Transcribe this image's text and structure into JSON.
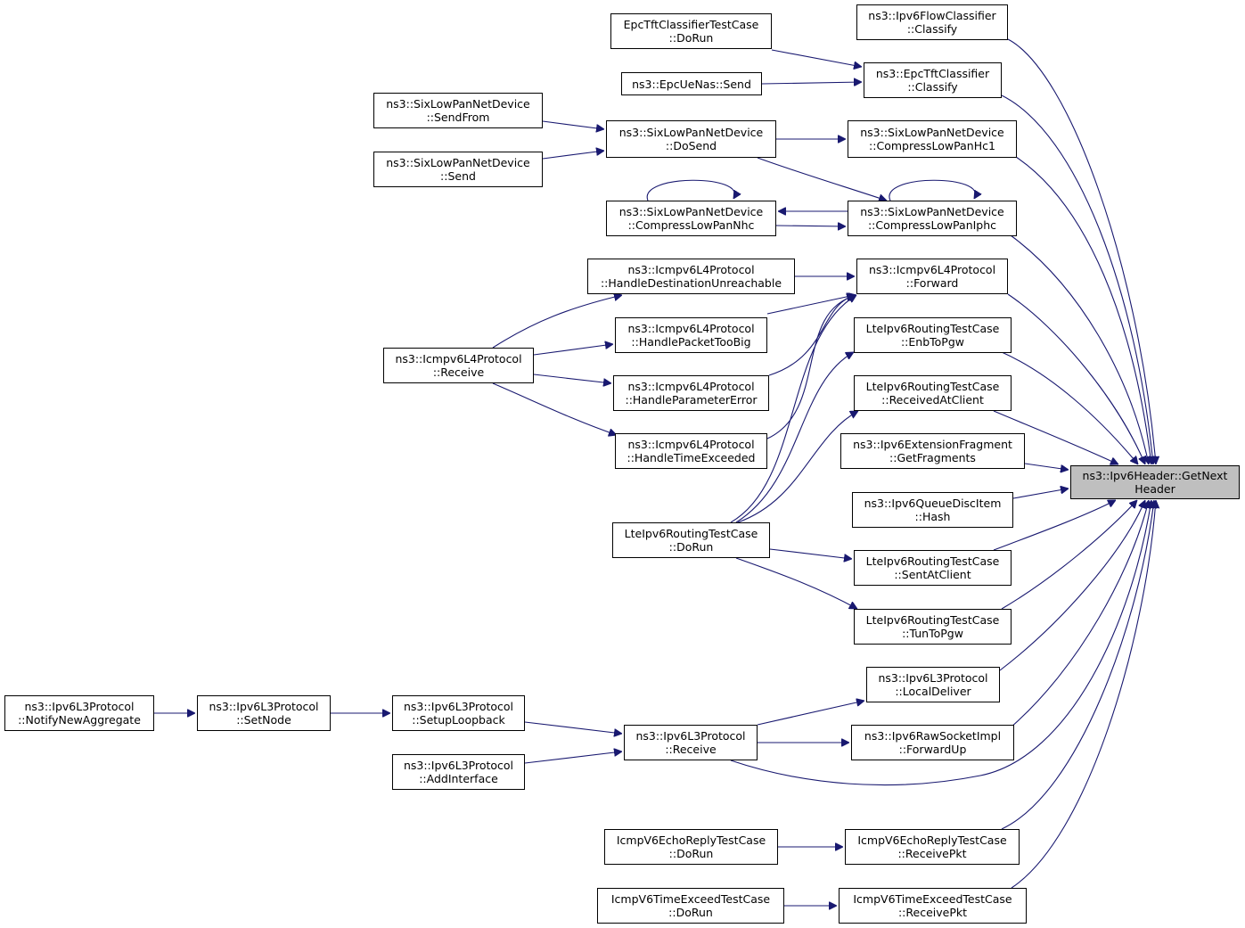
{
  "colors": {
    "edge": "#191970",
    "root_fill": "#bfbfbf",
    "node_fill": "#ffffff",
    "border": "#000000"
  },
  "nodes": [
    {
      "id": "root",
      "line1": "ns3::Ipv6Header::GetNext",
      "line2": "Header",
      "root": true
    },
    {
      "id": "flowclassifier",
      "line1": "ns3::Ipv6FlowClassifier",
      "line2": "::Classify"
    },
    {
      "id": "epctftclassifier",
      "line1": "ns3::EpcTftClassifier",
      "line2": "::Classify"
    },
    {
      "id": "epctfttest",
      "line1": "EpcTftClassifierTestCase",
      "line2": "::DoRun"
    },
    {
      "id": "epcuenas",
      "line1": "ns3::EpcUeNas::Send",
      "line2": ""
    },
    {
      "id": "compresshc1",
      "line1": "ns3::SixLowPanNetDevice",
      "line2": "::CompressLowPanHc1"
    },
    {
      "id": "dosend",
      "line1": "ns3::SixLowPanNetDevice",
      "line2": "::DoSend"
    },
    {
      "id": "sendfrom",
      "line1": "ns3::SixLowPanNetDevice",
      "line2": "::SendFrom"
    },
    {
      "id": "sixsend",
      "line1": "ns3::SixLowPanNetDevice",
      "line2": "::Send"
    },
    {
      "id": "compressiphc",
      "line1": "ns3::SixLowPanNetDevice",
      "line2": "::CompressLowPanIphc"
    },
    {
      "id": "compressnhc",
      "line1": "ns3::SixLowPanNetDevice",
      "line2": "::CompressLowPanNhc"
    },
    {
      "id": "icmpforward",
      "line1": "ns3::Icmpv6L4Protocol",
      "line2": "::Forward"
    },
    {
      "id": "handledest",
      "line1": "ns3::Icmpv6L4Protocol",
      "line2": "::HandleDestinationUnreachable"
    },
    {
      "id": "handletoobig",
      "line1": "ns3::Icmpv6L4Protocol",
      "line2": "::HandlePacketTooBig"
    },
    {
      "id": "handleparam",
      "line1": "ns3::Icmpv6L4Protocol",
      "line2": "::HandleParameterError"
    },
    {
      "id": "handletime",
      "line1": "ns3::Icmpv6L4Protocol",
      "line2": "::HandleTimeExceeded"
    },
    {
      "id": "icmpreceive",
      "line1": "ns3::Icmpv6L4Protocol",
      "line2": "::Receive"
    },
    {
      "id": "enbtopgw",
      "line1": "LteIpv6RoutingTestCase",
      "line2": "::EnbToPgw"
    },
    {
      "id": "receivedatclient",
      "line1": "LteIpv6RoutingTestCase",
      "line2": "::ReceivedAtClient"
    },
    {
      "id": "getfragments",
      "line1": "ns3::Ipv6ExtensionFragment",
      "line2": "::GetFragments"
    },
    {
      "id": "queuehash",
      "line1": "ns3::Ipv6QueueDiscItem",
      "line2": "::Hash"
    },
    {
      "id": "ltedorun",
      "line1": "LteIpv6RoutingTestCase",
      "line2": "::DoRun"
    },
    {
      "id": "sentatclient",
      "line1": "LteIpv6RoutingTestCase",
      "line2": "::SentAtClient"
    },
    {
      "id": "tuntopgw",
      "line1": "LteIpv6RoutingTestCase",
      "line2": "::TunToPgw"
    },
    {
      "id": "localdeliver",
      "line1": "ns3::Ipv6L3Protocol",
      "line2": "::LocalDeliver"
    },
    {
      "id": "l3receive",
      "line1": "ns3::Ipv6L3Protocol",
      "line2": "::Receive"
    },
    {
      "id": "rawforwardup",
      "line1": "ns3::Ipv6RawSocketImpl",
      "line2": "::ForwardUp"
    },
    {
      "id": "setuploopback",
      "line1": "ns3::Ipv6L3Protocol",
      "line2": "::SetupLoopback"
    },
    {
      "id": "addinterface",
      "line1": "ns3::Ipv6L3Protocol",
      "line2": "::AddInterface"
    },
    {
      "id": "setnode",
      "line1": "ns3::Ipv6L3Protocol",
      "line2": "::SetNode"
    },
    {
      "id": "notifynewagg",
      "line1": "ns3::Ipv6L3Protocol",
      "line2": "::NotifyNewAggregate"
    },
    {
      "id": "echoreceivepkt",
      "line1": "IcmpV6EchoReplyTestCase",
      "line2": "::ReceivePkt"
    },
    {
      "id": "echodorun",
      "line1": "IcmpV6EchoReplyTestCase",
      "line2": "::DoRun"
    },
    {
      "id": "timeexreceivepkt",
      "line1": "IcmpV6TimeExceedTestCase",
      "line2": "::ReceivePkt"
    },
    {
      "id": "timeexdorun",
      "line1": "IcmpV6TimeExceedTestCase",
      "line2": "::DoRun"
    }
  ]
}
